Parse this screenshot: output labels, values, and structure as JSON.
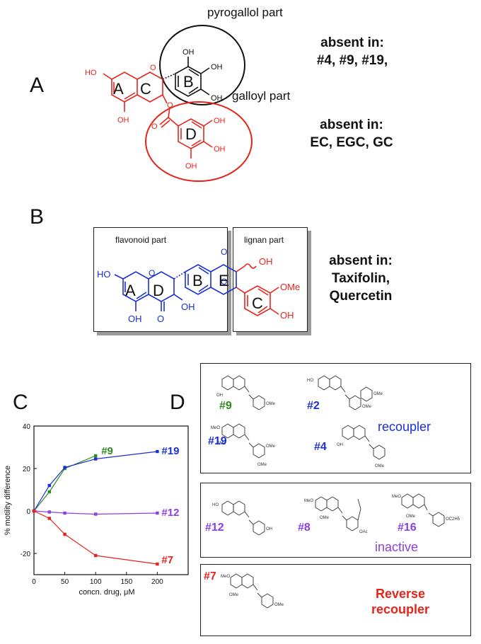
{
  "panelA": {
    "letter": "A",
    "pyrogallol_label": "pyrogallol part",
    "galloyl_label": "galloyl part",
    "ring_labels": [
      "A",
      "C",
      "B",
      "D"
    ],
    "absent1_title": "absent in:",
    "absent1_list": "#4, #9, #19,",
    "absent2_title": "absent in:",
    "absent2_list": "EC, EGC, GC",
    "oh": "OH",
    "ho": "HO"
  },
  "panelB": {
    "letter": "B",
    "flavonoid_label": "flavonoid part",
    "lignan_label": "lignan part",
    "ring_labels": [
      "A",
      "D",
      "B",
      "E",
      "C"
    ],
    "absent_title": "absent in:",
    "absent_line1": "Taxifolin,",
    "absent_line2": "Quercetin",
    "ome": "OMe",
    "oh": "OH",
    "ho": "HO",
    "o": "O"
  },
  "panelC": {
    "letter": "C",
    "chart_data": {
      "type": "line",
      "xlabel": "concn. drug, μM",
      "ylabel": "% motility difference",
      "xlim": [
        0,
        250
      ],
      "ylim": [
        -30,
        40
      ],
      "xticks": [
        0,
        50,
        100,
        150,
        200
      ],
      "yticks": [
        -20,
        0,
        20,
        40
      ],
      "grid": false,
      "series": [
        {
          "name": "#9",
          "color": "#2e8b1f",
          "x": [
            0,
            25,
            50,
            100
          ],
          "y": [
            0,
            9,
            20,
            26
          ]
        },
        {
          "name": "#19",
          "color": "#1a2fd6",
          "x": [
            0,
            25,
            50,
            100,
            200
          ],
          "y": [
            0,
            12,
            20.5,
            24.5,
            28
          ]
        },
        {
          "name": "#12",
          "color": "#8a3fe0",
          "x": [
            0,
            25,
            50,
            100,
            200
          ],
          "y": [
            0,
            -0.5,
            -1,
            -1.5,
            -1
          ]
        },
        {
          "name": "#7",
          "color": "#e8241a",
          "x": [
            0,
            25,
            50,
            100,
            200
          ],
          "y": [
            0,
            -3.5,
            -11,
            -21,
            -25
          ]
        }
      ]
    }
  },
  "panelD": {
    "letter": "D",
    "box1": {
      "compounds": [
        "#9",
        "#2",
        "#19",
        "#4"
      ],
      "group": "recoupler",
      "ome": "OMe",
      "oh": "OH",
      "ho": "HO"
    },
    "box2": {
      "compounds": [
        "#12",
        "#8",
        "#16"
      ],
      "group": "inactive",
      "oac": "OAc",
      "oc2h5": "OC2H5"
    },
    "box3": {
      "compounds": [
        "#7"
      ],
      "group_line1": "Reverse",
      "group_line2": "recoupler"
    },
    "colors": {
      "green": "#2e8b1f",
      "blue": "#1a2fd6",
      "purple": "#8a3fe0",
      "red": "#e8241a"
    }
  }
}
